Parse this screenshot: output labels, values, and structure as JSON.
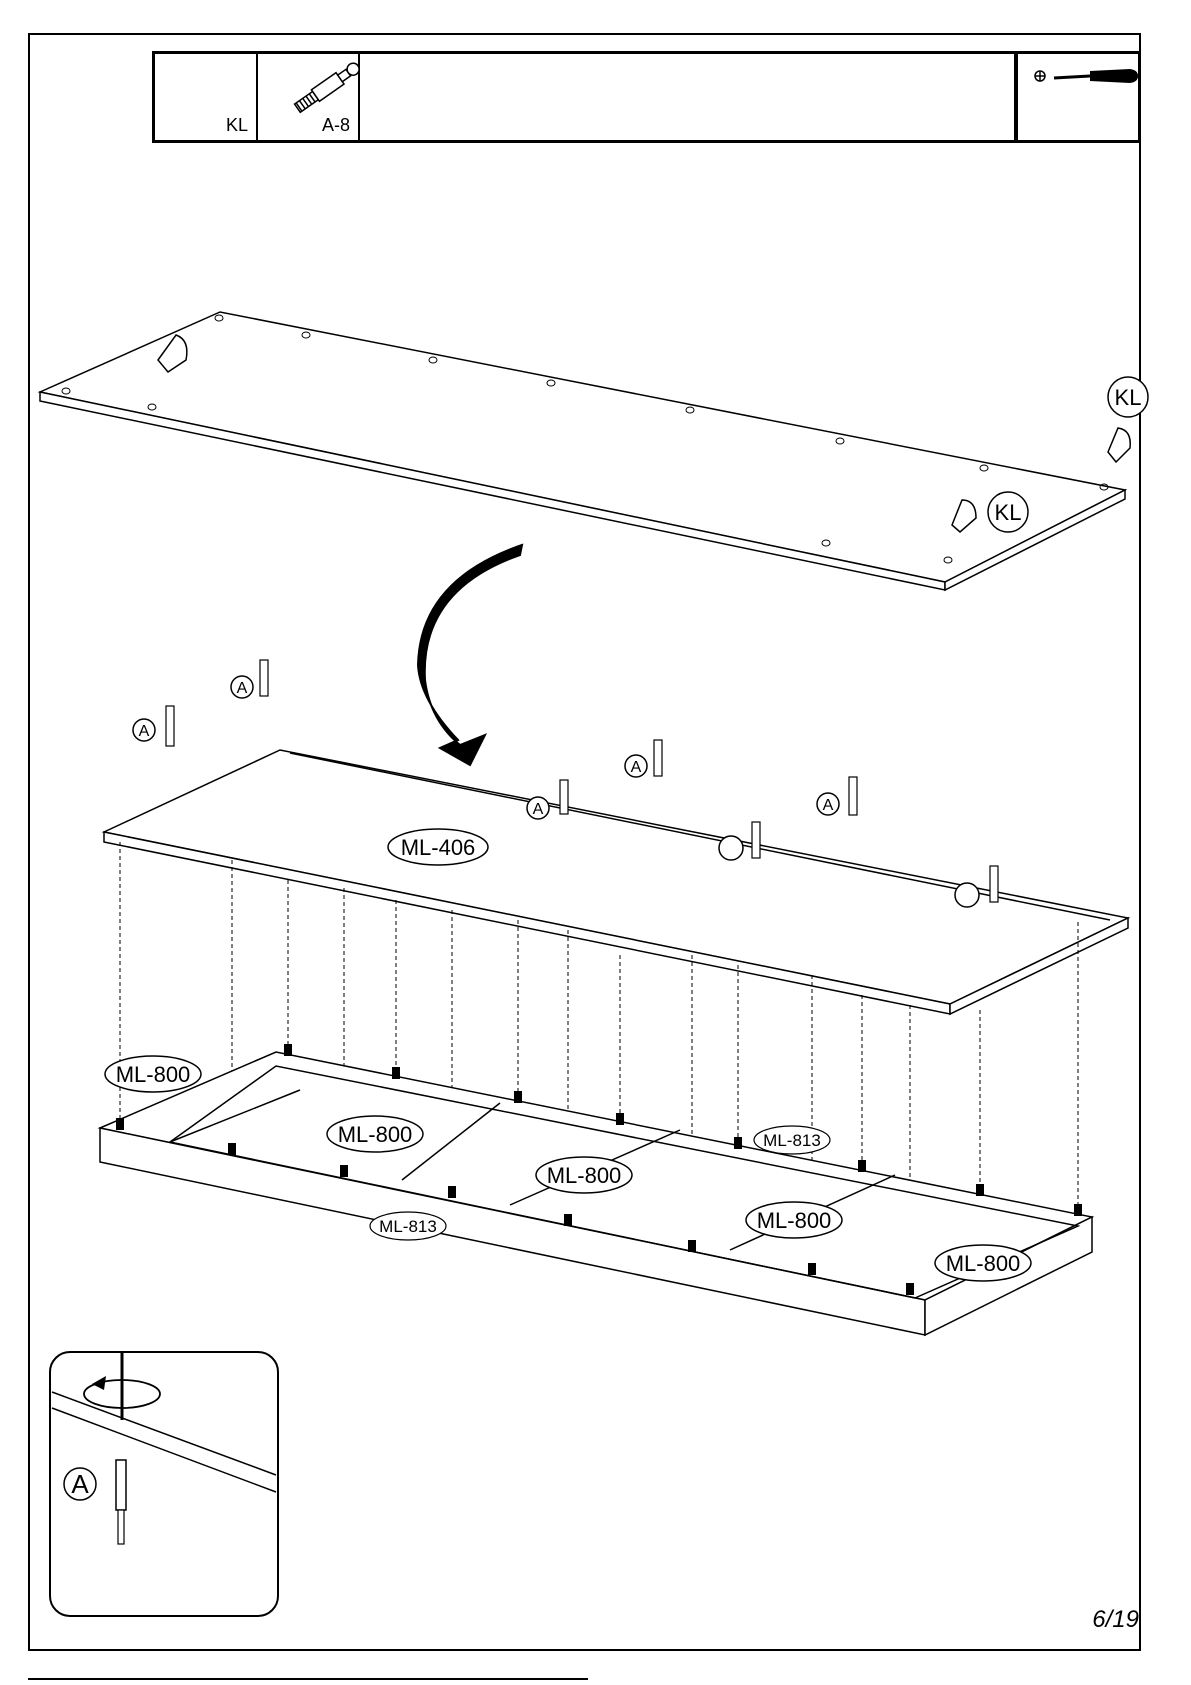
{
  "parts_table": {
    "kl_label": "KL",
    "screw_label": "A-8",
    "tool_icon": "phillips-screwdriver-icon"
  },
  "callouts": {
    "kl_1": "KL",
    "kl_2": "KL",
    "a": "A",
    "detail_a": "A"
  },
  "panels": {
    "top_board": "ML-406",
    "ml800_left": "ML-800",
    "ml800_2": "ML-800",
    "ml800_3": "ML-800",
    "ml800_4": "ML-800",
    "ml800_right": "ML-800",
    "ml813_back": "ML-813",
    "ml813_front": "ML-813"
  },
  "page_number": "6/19"
}
